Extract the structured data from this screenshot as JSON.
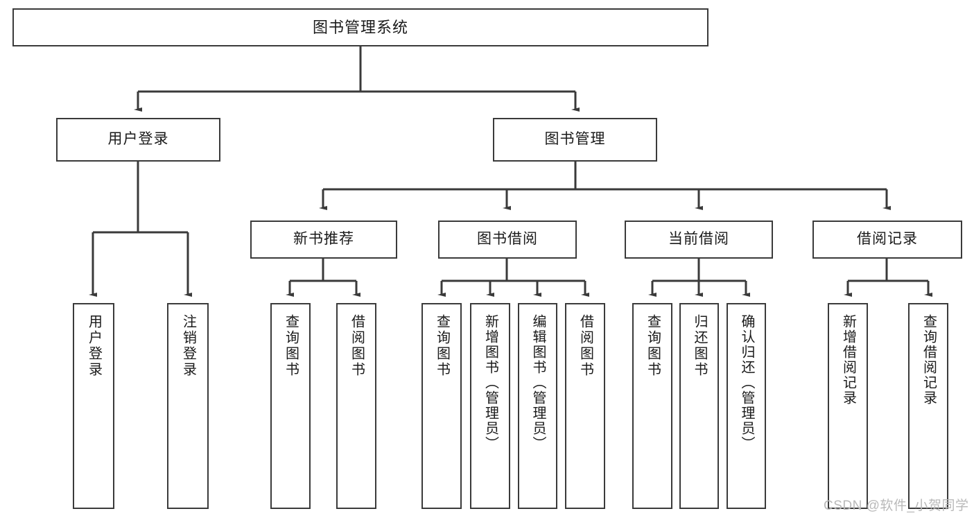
{
  "diagram": {
    "title": "图书管理系统",
    "type": "tree-hierarchy-chart",
    "levels": {
      "root": {
        "label": "图书管理系统"
      },
      "level2": [
        {
          "id": "user-login",
          "label": "用户登录"
        },
        {
          "id": "book-management",
          "label": "图书管理"
        }
      ],
      "level3": [
        {
          "id": "new-book-recommend",
          "label": "新书推荐"
        },
        {
          "id": "book-borrow",
          "label": "图书借阅"
        },
        {
          "id": "current-borrow",
          "label": "当前借阅"
        },
        {
          "id": "borrow-record",
          "label": "借阅记录"
        }
      ],
      "level4": [
        {
          "id": "leaf-user-login",
          "label": "用户登录",
          "parent": "user-login"
        },
        {
          "id": "leaf-logout-login",
          "label": "注销登录",
          "parent": "user-login"
        },
        {
          "id": "leaf-query-book-1",
          "label": "查询图书",
          "parent": "new-book-recommend"
        },
        {
          "id": "leaf-borrow-book-1",
          "label": "借阅图书",
          "parent": "new-book-recommend"
        },
        {
          "id": "leaf-query-book-2",
          "label": "查询图书",
          "parent": "book-borrow"
        },
        {
          "id": "leaf-add-book",
          "label": "新增图书（管理员）",
          "parent": "book-borrow"
        },
        {
          "id": "leaf-edit-book",
          "label": "编辑图书（管理员）",
          "parent": "book-borrow"
        },
        {
          "id": "leaf-borrow-book-2",
          "label": "借阅图书",
          "parent": "book-borrow"
        },
        {
          "id": "leaf-query-book-3",
          "label": "查询图书",
          "parent": "current-borrow"
        },
        {
          "id": "leaf-return-book",
          "label": "归还图书",
          "parent": "current-borrow"
        },
        {
          "id": "leaf-confirm-return",
          "label": "确认归还（管理员）",
          "parent": "current-borrow"
        },
        {
          "id": "leaf-add-record",
          "label": "新增借阅记录",
          "parent": "borrow-record"
        },
        {
          "id": "leaf-query-record",
          "label": "查询借阅记录",
          "parent": "borrow-record"
        }
      ]
    },
    "colors": {
      "stroke": "#3a3a3a",
      "fill": "#ffffff",
      "text": "#1a1a1a",
      "watermark": "#b9b9b9"
    }
  },
  "watermark": {
    "text": "CSDN @软件_小贺同学"
  }
}
